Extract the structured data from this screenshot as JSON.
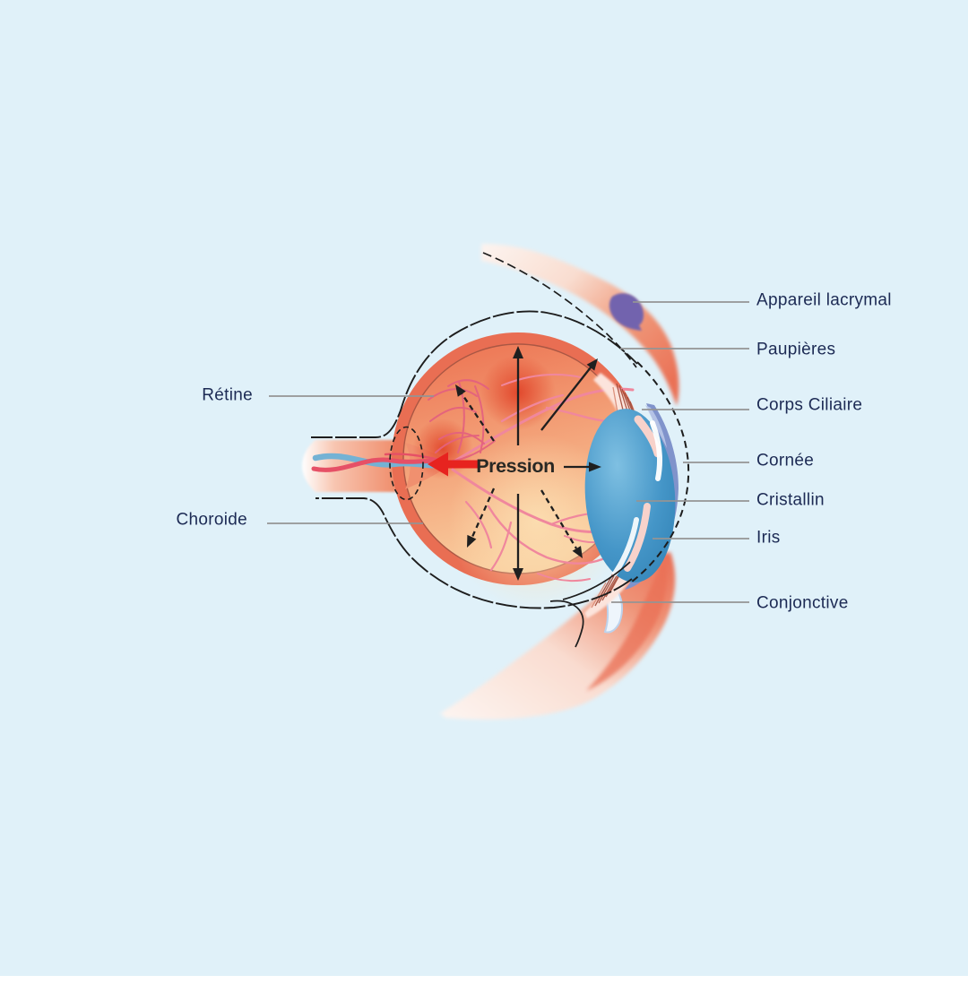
{
  "diagram": {
    "subject": "coupe-anatomique-oeil",
    "language": "fr",
    "center_label": {
      "text": "Pression"
    },
    "pressure_arrows": {
      "directions": [
        "left",
        "right",
        "up",
        "down",
        "up-left",
        "up-right",
        "down-left",
        "down-right"
      ],
      "red_arrow_direction": "left"
    },
    "labels": {
      "right": [
        {
          "id": "appareil-lacrymal",
          "text": "Appareil lacrymal"
        },
        {
          "id": "paupieres",
          "text": "Paupières"
        },
        {
          "id": "corps-ciliaire",
          "text": "Corps Ciliaire"
        },
        {
          "id": "cornee",
          "text": "Cornée"
        },
        {
          "id": "cristallin",
          "text": "Cristallin"
        },
        {
          "id": "iris",
          "text": "Iris"
        },
        {
          "id": "conjonctive",
          "text": "Conjonctive"
        }
      ],
      "left": [
        {
          "id": "retine",
          "text": "Rétine"
        },
        {
          "id": "choroide",
          "text": "Choroide"
        }
      ]
    },
    "colors": {
      "background": "#e0f1f9",
      "label_text": "#1c2a54",
      "leader_line": "#949494",
      "pressure_arrow_red": "#e7231f",
      "direction_arrow_black": "#1f1f1f",
      "sclera_ring_orange": "#e96e53",
      "eye_interior_top": "#ec7050",
      "eye_interior_bottom": "#f9cd9e",
      "vessel_pink": "#f0879d",
      "lens_blue": "#4596c8",
      "iris_periwinkle": "#8093cb",
      "lacrimal_gland_purple": "#7264ae",
      "eyelid_salmon": "#ec7a5b",
      "conjunctiva_blue_white": "#eef5fc"
    }
  }
}
